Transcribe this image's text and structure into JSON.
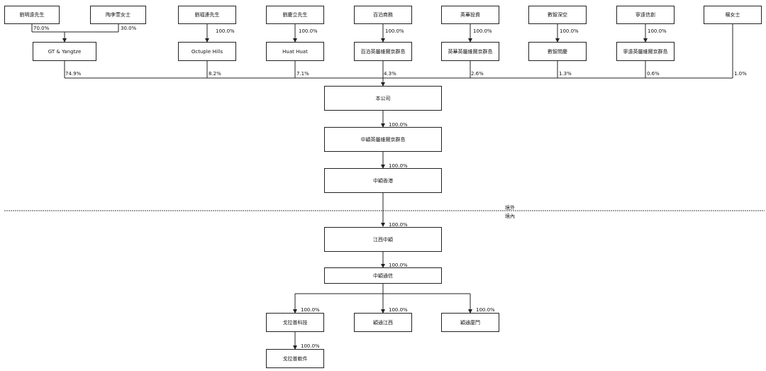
{
  "top_row": {
    "liu_ming_yuan": "劉明遠先生",
    "tao_li_xuan": "陶李萱女士",
    "liu_fu_lian": "劉福連先生",
    "liu_qing_li": "劉慶立先生",
    "bai_bo_shang_wu": "百泊商務",
    "ying_hua_tou_zi": "英華投資",
    "shu_zhi_shen_kong": "數智深空",
    "ning_yuan_xin_chuang": "寧遠信創",
    "yang_nv_shi": "楊女士"
  },
  "mid_row": {
    "gt_yangtze": "GT & Yangtze",
    "octuple_hills": "Octuple Hills",
    "huat_huat": "Huat Huat",
    "bai_bo_bvi": "百泊英屬維爾京群島",
    "ying_hua_bvi": "英華英屬維爾京群島",
    "shu_zhi_gu_wen": "數智問慶",
    "ning_yuan_bvi": "寧遠英屬維爾京群島"
  },
  "chain": {
    "company": "本公司",
    "zhong_ying_bvi": "中穎英屬維爾京群島",
    "zhong_ying_hk": "中穎香港",
    "jiang_xi_zhong_ying": "江西中穎",
    "zhong_ying_tong_xin": "中穎通信"
  },
  "subsidiaries": {
    "ge_la_pu_tech": "戈拉普科技",
    "ying_tong_jiang_xi": "穎通江西",
    "ying_tong_xia_men": "穎通廈門",
    "ge_la_pu_software": "戈拉普軟件"
  },
  "percentages": {
    "p_70": "70.0%",
    "p_30": "30.0%",
    "p_100": "100.0%",
    "p_74_9": "74.9%",
    "p_8_2": "8.2%",
    "p_7_1": "7.1%",
    "p_4_3": "4.3%",
    "p_2_6": "2.6%",
    "p_1_3": "1.3%",
    "p_0_6": "0.6%",
    "p_1_0": "1.0%"
  },
  "zones": {
    "offshore": "境外",
    "onshore": "境內"
  }
}
